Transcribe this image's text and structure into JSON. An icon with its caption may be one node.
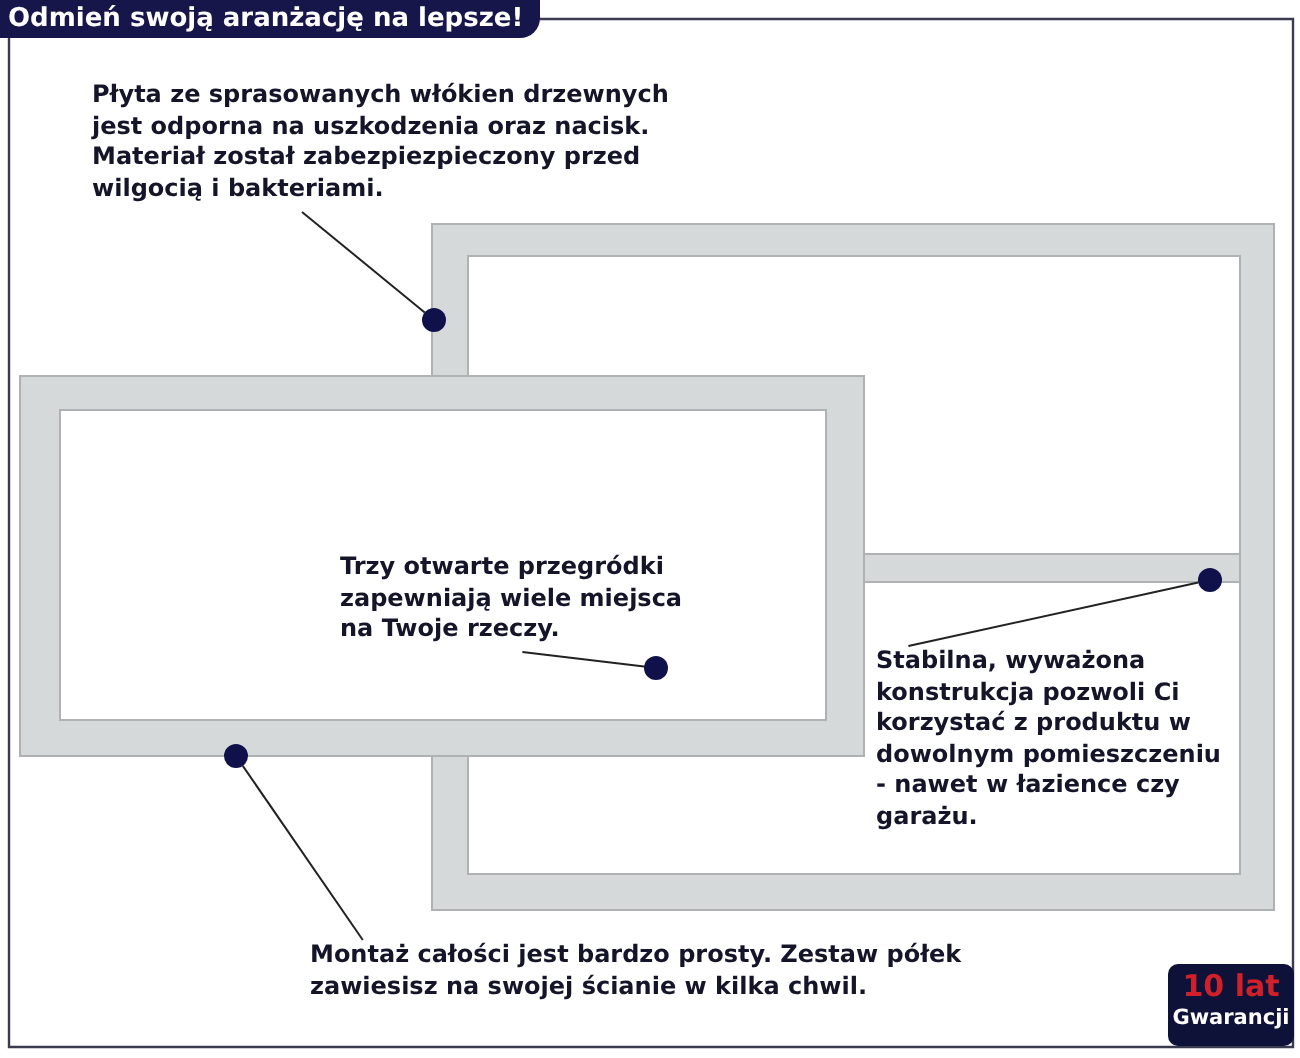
{
  "diagram": {
    "title": "Odmień swoją aranżację na lepsze!",
    "nodes": [
      {
        "text": [
          "Płyta ze sprasowanych włókien drzewnych jest odporna na uszkodzenia oraz nacisk. Materiał został zabezpiezpieczony przed wilgocią i bakteriami."
        ]
      },
      {
        "text": [],
        "shape": "circle"
      },
      {
        "text": [
          "Trzy otwarte przegródki zapewniają wiele miejsca na Twoje rzeczy."
        ]
      },
      {
        "text": [],
        "shape": "circle"
      },
      {
        "text": [
          "Stabilna, wyważona konstrukcja pozwoli Ci korzystać z produktu w dowolnym pomieszczeniu - nawet w łazience czy garażu."
        ]
      },
      {
        "text": [],
        "shape": "circle"
      },
      {
        "text": [
          "Montaż całości jest bardzo prosty. Zestaw półek zawiesisz na swojej ścianie w kilka chwil."
        ]
      },
      {
        "text": [],
        "shape": "circle"
      },
      {
        "text": [
          "10 lat",
          "Gwarancji"
        ]
      }
    ],
    "edges": [
      {
        "from": 0,
        "to": 1,
        "arrow": "none"
      },
      {
        "from": 2,
        "to": 3,
        "arrow": "none"
      },
      {
        "from": 4,
        "to": 5,
        "arrow": "none"
      },
      {
        "from": 6,
        "to": 7,
        "arrow": "none"
      }
    ]
  }
}
